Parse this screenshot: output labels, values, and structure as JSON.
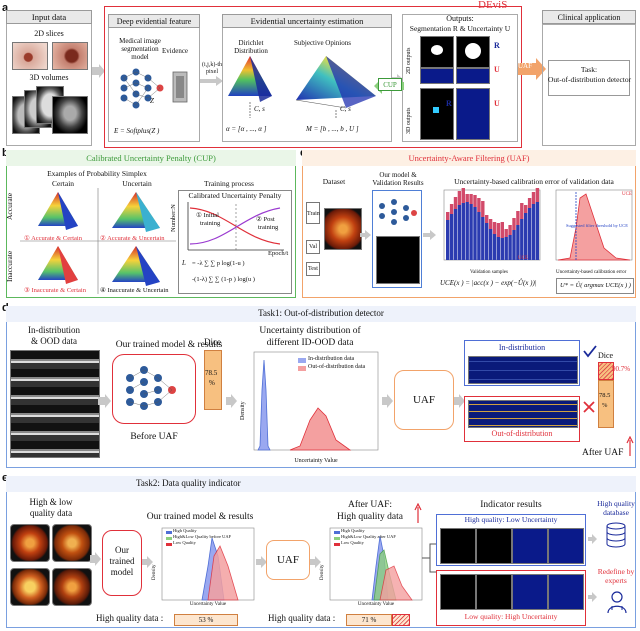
{
  "a": {
    "letter": "a",
    "input_data": "Input data",
    "slices_2d": "2D slices",
    "volumes_3d": "3D volumes",
    "devis": "DEviS",
    "deep_evidential_feature": "Deep evidential feature",
    "med_seg_model_1": "Medical image",
    "med_seg_model_2": "segmentation",
    "med_seg_model_3": "model",
    "evidence": "Evidence",
    "zn": "Z",
    "en_formula": "E = Softplus(Z )",
    "pixel_label_1": "(i,j,k)-th",
    "pixel_label_2": "pixel",
    "evidential_unc_est": "Evidential uncertainty estimation",
    "dirichlet_1": "Dirichlet",
    "dirichlet_2": "Distribution",
    "subjective_opinions": "Subjective Opinions",
    "alpha_formula": "α = [α , ..., α ]",
    "m_formula": "M = [b , ..., b , U ]",
    "cs_label": "C, s",
    "outputs_title": "Outputs:",
    "outputs_line": "Segmentation R & Uncertainty U",
    "outputs_2d": "2D outputs",
    "outputs_3d": "3D outputs",
    "r_label": "R",
    "u_label": "U",
    "cup_tag": "CUP",
    "uaf_tag": "UAF",
    "clinical_application": "Clinical application",
    "task_line1": "Task:",
    "task_line2": "Out-of-distribution detector"
  },
  "b": {
    "letter": "b",
    "title": "Calibrated Uncertainty Penalty (CUP)",
    "examples": "Examples of Probability Simplex",
    "certain": "Certain",
    "uncertain": "Uncertain",
    "accurate": "Accurate",
    "inaccurate": "Inaccurate",
    "q1": "① Accurate & Certain",
    "q2": "② Accurate & Uncertain",
    "q3": "③ Inaccurate & Certain",
    "q4": "④ Inaccurate & Uncertain",
    "training_process": "Training process",
    "cup_plot_title": "Calibrated Uncertainty Penalty",
    "number_n": "Number:N",
    "initial_training_1": "① Initial",
    "initial_training_2": "training",
    "post_training_1": "② Post",
    "post_training_2": "training",
    "epoch": "Epoch/t",
    "loss_label": "L",
    "formula_top": "= -λ ∑ ∑ p log(1-u )",
    "formula_bot": "-(1-λ) ∑ ∑ (1-p ) log(u )"
  },
  "c": {
    "letter": "c",
    "title": "Uncertainty-Aware Filtering (UAF)",
    "dataset": "Dataset",
    "model_results_1": "Our model &",
    "model_results_2": "Validation Results",
    "train": "Train",
    "val": "Val",
    "test": "Test",
    "calib_title": "Uncertainty-based calibration error of validation data",
    "validation_samples": "Validation samples",
    "uncertainty_label": "Uncertainty-based calibration error",
    "uce_legend": "UCE",
    "acc_legend": "ACC",
    "unc_legend": "UNC",
    "density_label": "Density",
    "suggested_label": "Suggested filter threshold by UCE",
    "uce_formula": "UCE(x ) = |acc(x ) − exp(−Û(x ))|",
    "argmax_formula": "U* = Û( argmax UCE(x ) )",
    "x_ticks": [
      "-0.0250",
      "0.0000",
      "0.0250",
      "0.0500",
      "0.0750",
      "0.1000"
    ]
  },
  "d": {
    "letter": "d",
    "title": "Task1: Out-of-distribution detector",
    "in_dist_1": "In-distribution",
    "in_dist_2": "& OOD data",
    "trained_model": "Our trained model & results",
    "dice": "Dice",
    "dice_value": "78.5",
    "pct": "%",
    "before_uaf": "Before UAF",
    "unc_dist_1": "Uncertainty distribution of",
    "unc_dist_2": "different ID-OOD data",
    "legend_id": "In-distribution data",
    "legend_ood": "Out-of-distribution data",
    "density": "Density",
    "unc_value": "Uncertainty Value",
    "x_ticks": [
      "0.10",
      "0.15",
      "0.20",
      "0.25",
      "0.30",
      "0.35",
      "0.40"
    ],
    "uaf": "UAF",
    "in_distribution": "In-distribution",
    "out_of_distribution": "Out-of-distribution",
    "dice2": "Dice",
    "dice2_value": "78.5",
    "pct2": "%",
    "after_value": "90.7%",
    "after_uaf": "After UAF"
  },
  "e": {
    "letter": "e",
    "title": "Task2: Data quality indicator",
    "hl_1": "High & low",
    "hl_2": "quality data",
    "trained_model": "Our trained model & results",
    "our_1": "Our",
    "our_2": "trained",
    "our_3": "model",
    "legend1": [
      "High Quality",
      "High&Low Quality before UAF",
      "Low Quality"
    ],
    "legend2": [
      "High Quality",
      "High&Low Quality after UAF",
      "Low Quality"
    ],
    "density": "Density",
    "unc_value": "Uncertainty Value",
    "hq_data_label": "High quality data :",
    "hq_before": "53 %",
    "uaf": "UAF",
    "after_uaf_1": "After UAF:",
    "after_uaf_2": "High quality data",
    "hq_after": "71 %",
    "indicator_results": "Indicator results",
    "hq_low_unc": "High quality: Low Uncertainty",
    "lq_high_unc": "Low quality: High Uncertainty",
    "hq_db_1": "High quality",
    "hq_db_2": "database",
    "redefine_1": "Redefine by",
    "redefine_2": "experts"
  },
  "colors": {
    "red": "#e0303a",
    "green": "#3c9a3a",
    "orange": "#f2a36a",
    "blue": "#4f7fd6",
    "navy": "#1a2a9a",
    "grey_arrow": "#c8c8c8"
  }
}
